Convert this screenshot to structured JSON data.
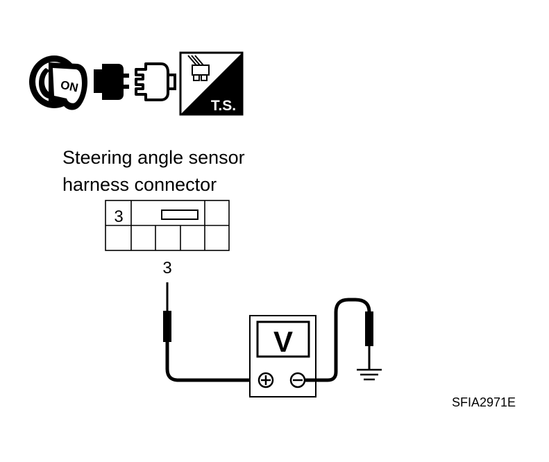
{
  "icons": {
    "key_label": "ON",
    "ts_label": "T.S."
  },
  "connector": {
    "title_line1": "Steering angle sensor",
    "title_line2": "harness connector",
    "cell_label": "3",
    "probe_pin_label": "3"
  },
  "meter": {
    "display": "V"
  },
  "figure_code": "SFIA2971E"
}
